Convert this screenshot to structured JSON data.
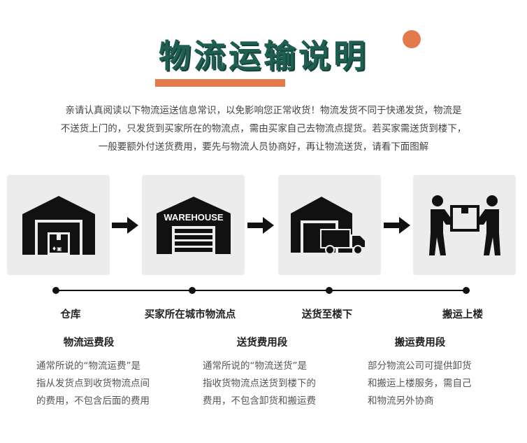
{
  "title": "物流运输说明",
  "intro": [
    "亲请认真阅读以下物流运送信息常识，以免影响您正常收货！物流发货不同于快递发货，物流是",
    "不送货上门的，只发货到买家所在的物流点，需由买家自己去物流点提货。若买家需送货到楼下，",
    "一般要额外付送货费用，要先与物流人员协商好，再让物流送货，请看下面图解"
  ],
  "panels": [
    {
      "icon": "warehouse-box-icon"
    },
    {
      "icon": "warehouse-sign-icon",
      "sign": "WAREHOUSE"
    },
    {
      "icon": "warehouse-truck-icon"
    },
    {
      "icon": "movers-carrying-box-icon"
    }
  ],
  "stages": [
    "仓库",
    "买家所在城市物流点",
    "送货至楼下",
    "搬运上楼"
  ],
  "fees": [
    {
      "heading": "物流运费段",
      "lines": [
        "通常所说的“物流运费”是",
        "指从发货点到收货物流点间",
        "的费用，不包含后面的费用"
      ]
    },
    {
      "heading": "送货费用段",
      "lines": [
        "通常所说的“物流送货”是",
        "指收货物流点送货到楼下的",
        "费用，不包含卸货和搬运费"
      ]
    },
    {
      "heading": "搬运费用段",
      "lines": [
        "部分物流公司可提供卸货",
        "和搬运上楼服务，需自己",
        "和物流另外协商"
      ]
    }
  ],
  "colors": {
    "title": "#1f5f52",
    "accent": "#e27a4c",
    "panel": "#ececec",
    "icon": "#111111"
  }
}
